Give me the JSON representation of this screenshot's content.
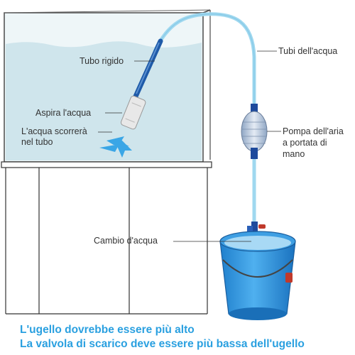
{
  "labels": {
    "tubo_rigido": "Tubo rigido",
    "aspira": "Aspira l'acqua",
    "scorrera_1": "L'acqua scorrerà",
    "scorrera_2": "nel tubo",
    "tubi": "Tubi dell'acqua",
    "pompa_1": "Pompa dell'aria",
    "pompa_2": "a portata di",
    "pompa_3": "mano",
    "cambio": "Cambio d'acqua"
  },
  "notes": {
    "line1": "L'ugello dovrebbe essere più alto",
    "line2": "La valvola di scarico deve essere più bassa dell'ugello"
  },
  "colors": {
    "note_text": "#2aa0e0",
    "tank_water": "#cfe5ec",
    "cabinet_line": "#333333",
    "hose": "#9fd8ef",
    "rigid_tube": "#1e5aa8",
    "pump_bulb": "#b8c8dc",
    "bucket": "#3a9be0"
  }
}
